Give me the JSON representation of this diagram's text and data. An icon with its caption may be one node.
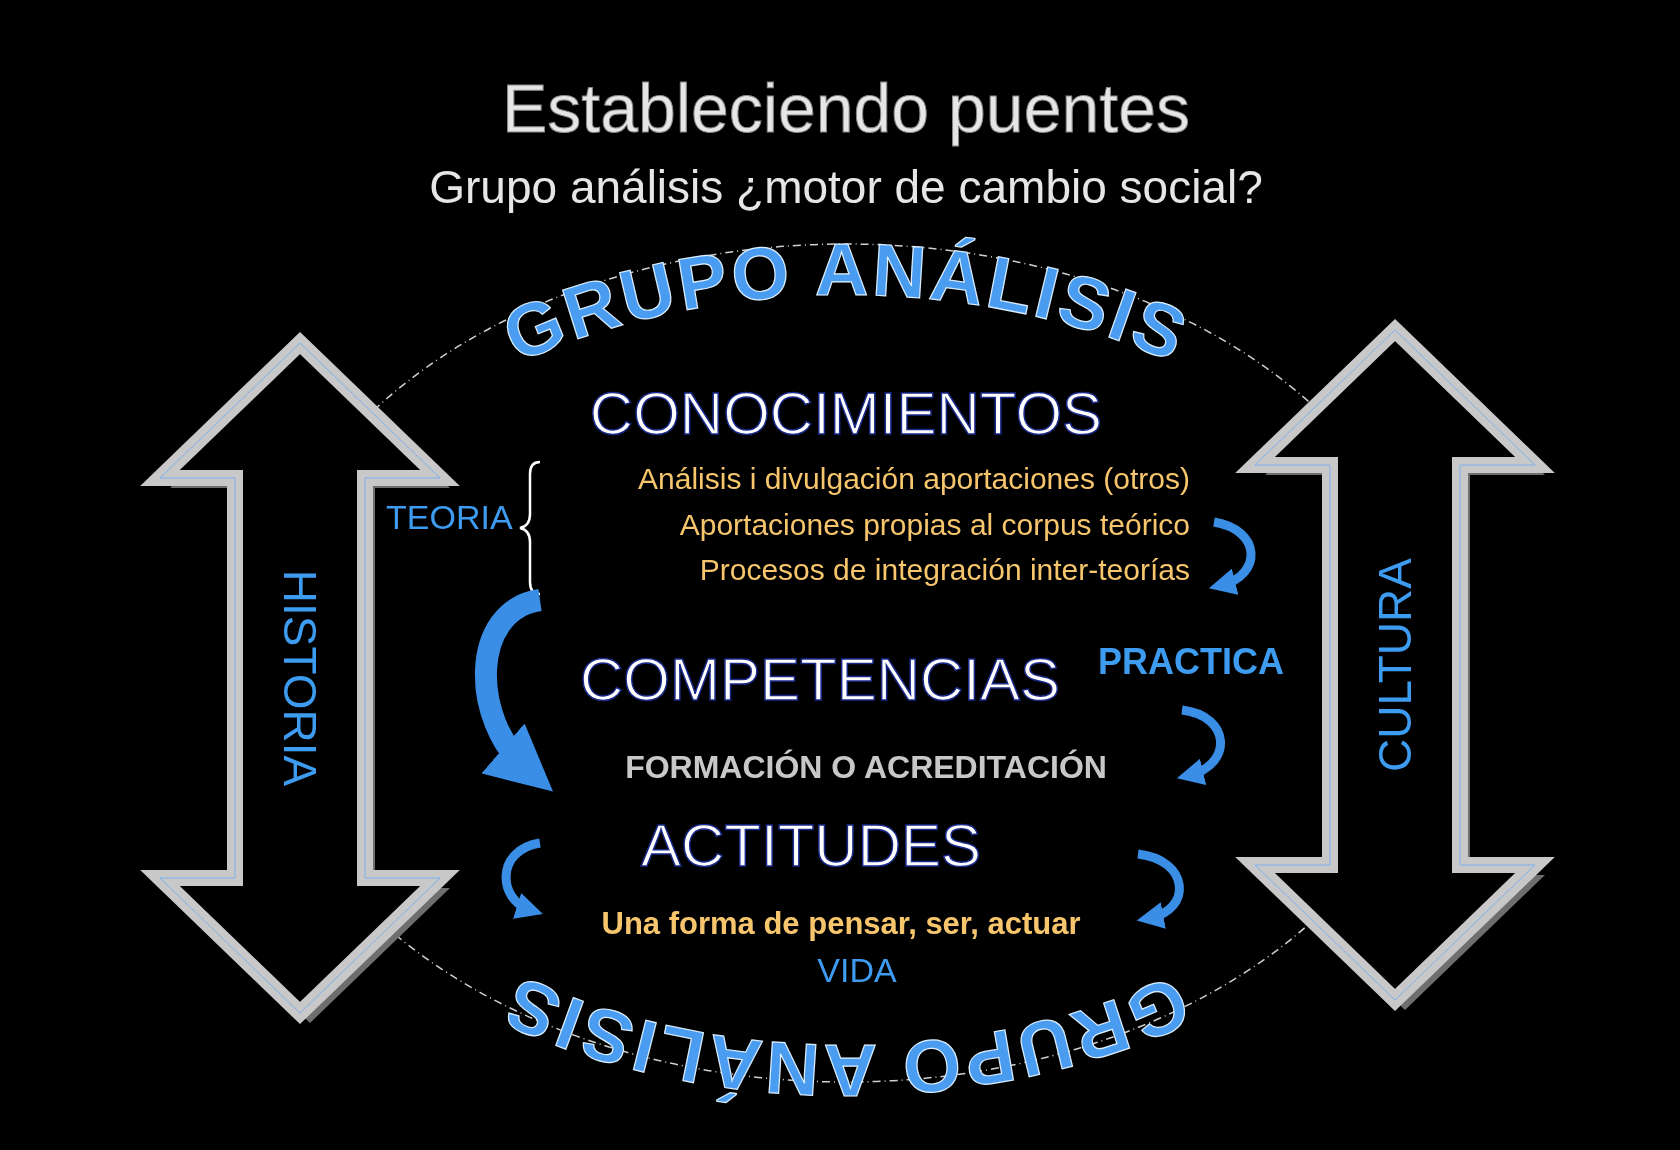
{
  "diagram": {
    "title": "Estableciendo puentes",
    "nodes": [
      {
        "text": [
          "GRUPO ANÁLISIS",
          "GRUPO ANÁLISIS"
        ]
      },
      {
        "text": [
          "HISTORIA"
        ]
      },
      {
        "text": [
          "CULTURA"
        ]
      }
    ],
    "labels": [
      "Grupo análisis ¿motor de cambio social?",
      "CONOCIMIENTOS",
      "TEORIA",
      "Análisis i divulgación aportaciones (otros)",
      "Aportaciones propias al corpus teórico",
      "Procesos de integración inter-teorías",
      "COMPETENCIAS",
      "PRACTICA",
      "FORMACIÓN O ACREDITACIÓN",
      "ACTITUDES",
      "Una forma de pensar, ser, actuar",
      "VIDA"
    ]
  }
}
